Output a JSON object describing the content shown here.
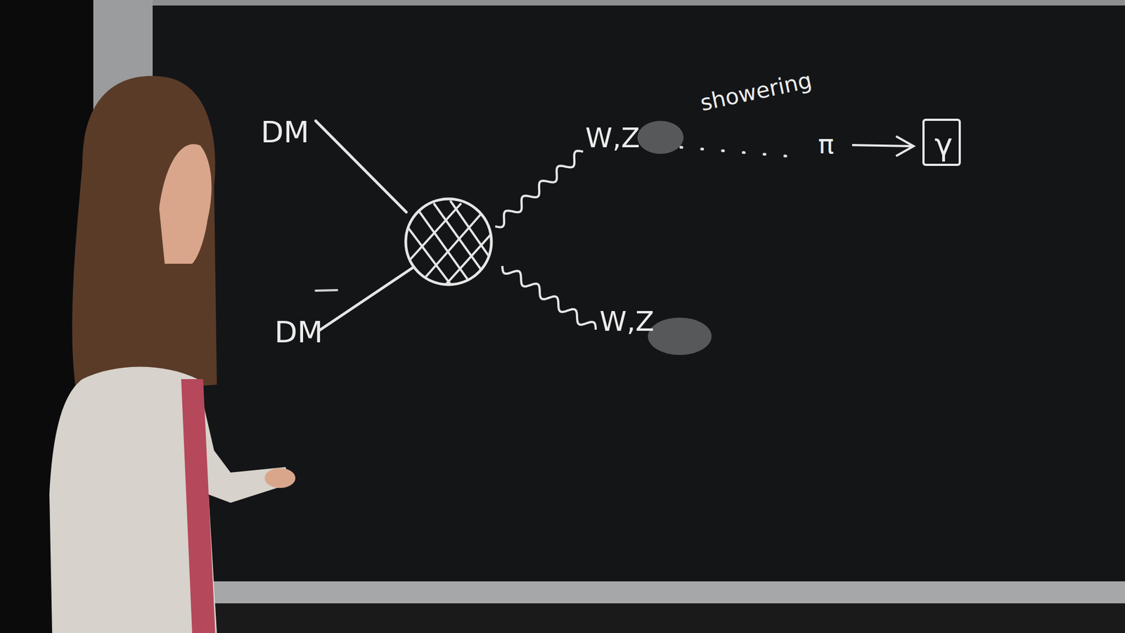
{
  "diagram": {
    "nodes": [
      {
        "text": [
          "γ"
        ]
      }
    ],
    "labels": [
      "DM",
      "W,Z",
      "showering",
      "π",
      "W,Z",
      "DM"
    ]
  }
}
